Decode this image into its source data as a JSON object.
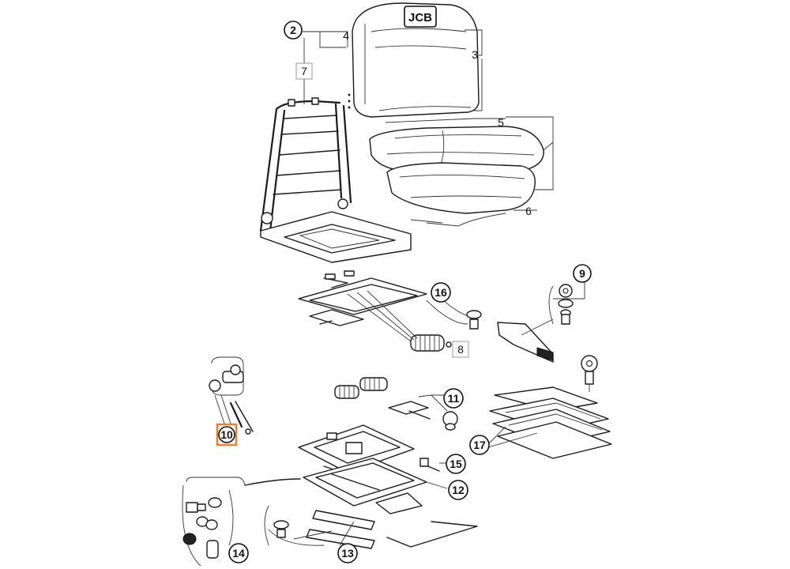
{
  "seat_brand_logo": "JCB",
  "callouts": [
    {
      "id": "2",
      "text": "2",
      "style": "circle"
    },
    {
      "id": "4",
      "text": "4",
      "style": "plain"
    },
    {
      "id": "3",
      "text": "3",
      "style": "plain"
    },
    {
      "id": "7",
      "text": "7",
      "style": "boxed"
    },
    {
      "id": "5",
      "text": "5",
      "style": "plain"
    },
    {
      "id": "6",
      "text": "6",
      "style": "plain"
    },
    {
      "id": "9",
      "text": "9",
      "style": "circle"
    },
    {
      "id": "16",
      "text": "16",
      "style": "circle"
    },
    {
      "id": "8",
      "text": "8",
      "style": "boxed"
    },
    {
      "id": "10",
      "text": "10",
      "style": "highlighted",
      "highlight_color": "#f07d2a"
    },
    {
      "id": "11",
      "text": "11",
      "style": "circle"
    },
    {
      "id": "17",
      "text": "17",
      "style": "circle"
    },
    {
      "id": "15",
      "text": "15",
      "style": "circle"
    },
    {
      "id": "12",
      "text": "12",
      "style": "circle"
    },
    {
      "id": "14",
      "text": "14",
      "style": "circle"
    },
    {
      "id": "13",
      "text": "13",
      "style": "circle"
    }
  ]
}
